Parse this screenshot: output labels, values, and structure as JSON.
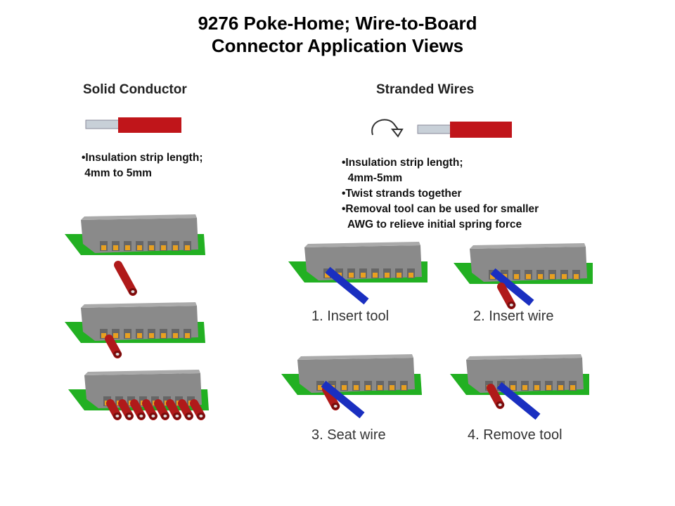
{
  "title": {
    "line1": "9276 Poke-Home; Wire-to-Board",
    "line2": "Connector Application Views"
  },
  "solid": {
    "heading": "Solid Conductor",
    "bullets": [
      "•Insulation strip length;",
      " 4mm to 5mm"
    ]
  },
  "stranded": {
    "heading": "Stranded Wires",
    "bullets": [
      "•Insulation strip length;",
      "  4mm-5mm",
      "•Twist strands together",
      "•Removal tool can be used for smaller",
      "  AWG to relieve initial spring force"
    ],
    "steps": [
      "1. Insert tool",
      "2. Insert wire",
      "3. Seat wire",
      "4. Remove tool"
    ]
  },
  "colors": {
    "board": "#22b022",
    "housing": "#8a8a8a",
    "wire": "#b01a1a",
    "tool": "#1a2fc0",
    "contact": "#e8a020"
  }
}
